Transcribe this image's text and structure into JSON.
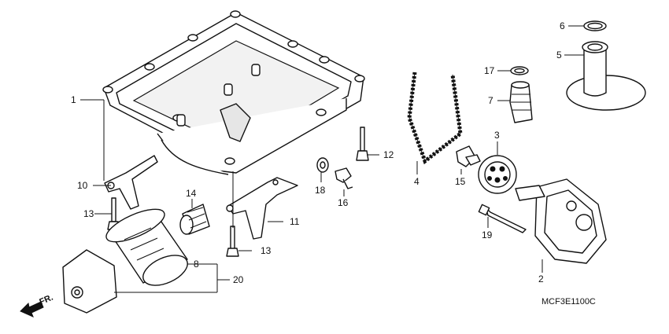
{
  "figure_code": "MCF3E1100C",
  "front_indicator": "FR.",
  "callouts": [
    {
      "id": "oil-pan",
      "number": "1"
    },
    {
      "id": "oil-pump",
      "number": "2"
    },
    {
      "id": "sprocket",
      "number": "3"
    },
    {
      "id": "chain",
      "number": "4"
    },
    {
      "id": "strainer",
      "number": "5"
    },
    {
      "id": "strainer-o-ring",
      "number": "6"
    },
    {
      "id": "relief-valve",
      "number": "7"
    },
    {
      "id": "oil-filter",
      "number": "8"
    },
    {
      "id": "bracket-left",
      "number": "10"
    },
    {
      "id": "bracket-right",
      "number": "11"
    },
    {
      "id": "bolt-pan",
      "number": "12"
    },
    {
      "id": "bolt-bracket-left",
      "number": "13"
    },
    {
      "id": "bolt-bracket-right",
      "number": "13"
    },
    {
      "id": "filter-boss",
      "number": "14"
    },
    {
      "id": "oil-pressure-switch",
      "number": "15"
    },
    {
      "id": "drain-bolt",
      "number": "16"
    },
    {
      "id": "relief-valve-o-ring",
      "number": "17"
    },
    {
      "id": "sealing-washer",
      "number": "18"
    },
    {
      "id": "pump-bolt",
      "number": "19"
    },
    {
      "id": "filter-assembly",
      "number": "20"
    }
  ]
}
